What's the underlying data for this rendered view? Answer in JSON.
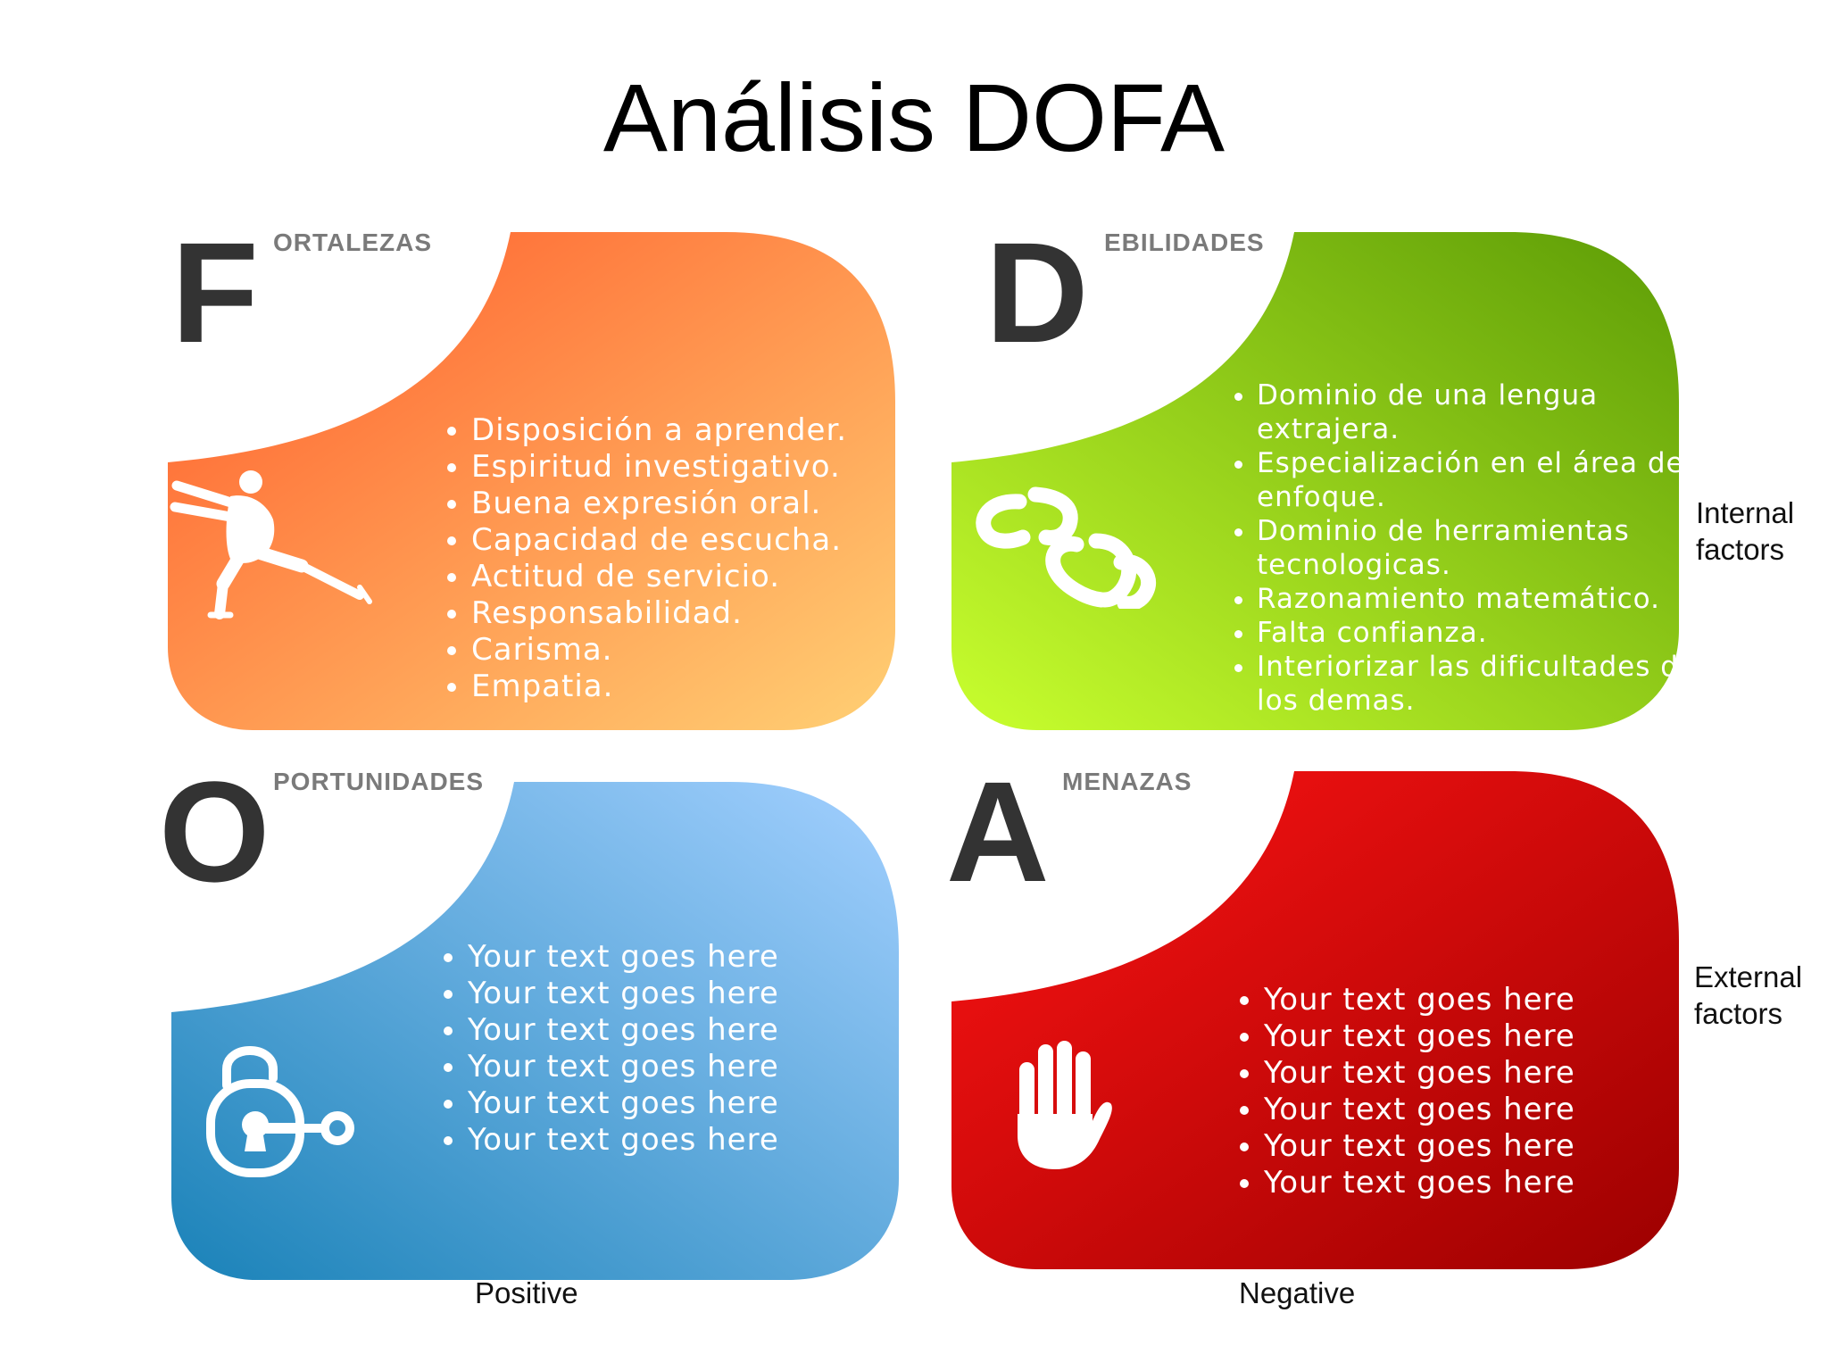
{
  "title": "Análisis DOFA",
  "quadrants": {
    "fortalezas": {
      "letter": "F",
      "word": "ORTALEZAS",
      "icon": "pushing-man-icon",
      "colors": [
        "#ff5a2a",
        "#ffd074"
      ],
      "items": [
        "Disposición a aprender.",
        "Espiritud investigativo.",
        "Buena expresión oral.",
        "Capacidad de escucha.",
        "Actitud de servicio.",
        "Responsabilidad.",
        "Carisma.",
        "Empatia."
      ]
    },
    "debilidades": {
      "letter": "D",
      "word": "EBILIDADES",
      "icon": "broken-chain-icon",
      "colors": [
        "#c9ff2e",
        "#5d9c06"
      ],
      "items": [
        "Dominio de una lengua extrajera.",
        "Especialización en el área de enfoque.",
        "Dominio de herramientas tecnologicas.",
        "Razonamiento matemático.",
        "Falta confianza.",
        "Interiorizar las dificultades de los demas."
      ]
    },
    "oportunidades": {
      "letter": "O",
      "word": "PORTUNIDADES",
      "icon": "unlocked-padlock-icon",
      "colors": [
        "#1a82b8",
        "#a3d0ff"
      ],
      "items": [
        "Your text goes here",
        "Your text goes here",
        "Your text goes here",
        "Your text goes here",
        "Your text goes here",
        "Your text goes here"
      ]
    },
    "amenazas": {
      "letter": "A",
      "word": "MENAZAS",
      "icon": "stop-hand-icon",
      "colors": [
        "#ff1414",
        "#9c0000"
      ],
      "items": [
        "Your text goes here",
        "Your text goes here",
        "Your text goes here",
        "Your text goes here",
        "Your text goes here",
        "Your text goes here"
      ]
    }
  },
  "labels": {
    "internal": [
      "Internal",
      "factors"
    ],
    "external": [
      "External",
      "factors"
    ],
    "positive": "Positive",
    "negative": "Negative"
  }
}
